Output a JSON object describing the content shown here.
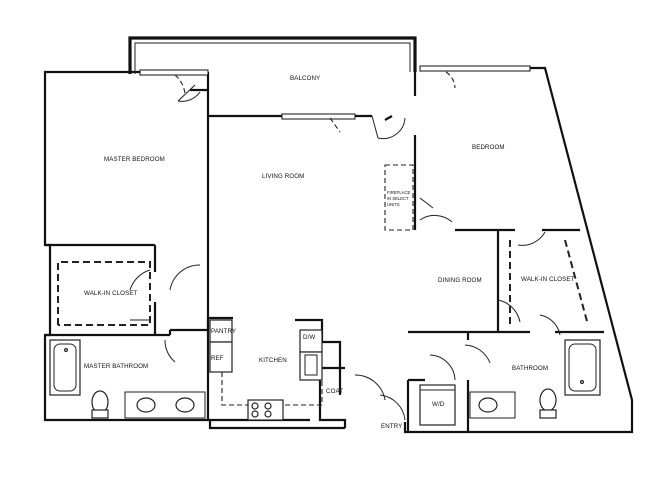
{
  "rooms": {
    "balcony": "BALCONY",
    "master_bedroom": "MASTER BEDROOM",
    "living_room": "LIVING ROOM",
    "bedroom": "BEDROOM",
    "walk_in_closet_left": "WALK-IN CLOSET",
    "master_bathroom": "MASTER BATHROOM",
    "pantry": "PANTRY",
    "ref": "REF",
    "kitchen": "KITCHEN",
    "dw": "D/W",
    "coat": "COAT",
    "entry": "ENTRY",
    "dining_room": "DINING ROOM",
    "walk_in_closet_right": "WALK-IN CLOSET",
    "bathroom": "BATHROOM",
    "wd": "W/D"
  },
  "fireplace_note": [
    "FIREPLACE",
    "IN SELECT",
    "UNITS"
  ]
}
